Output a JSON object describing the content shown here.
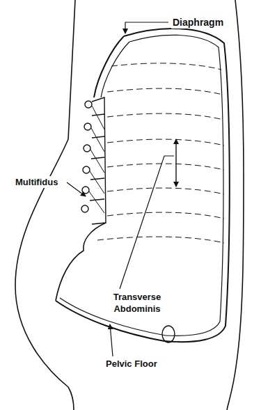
{
  "diagram": {
    "labels": [
      "Diaphragm",
      "Multifidus",
      "Transverse Abdominis",
      "Pelvic Floor"
    ]
  }
}
